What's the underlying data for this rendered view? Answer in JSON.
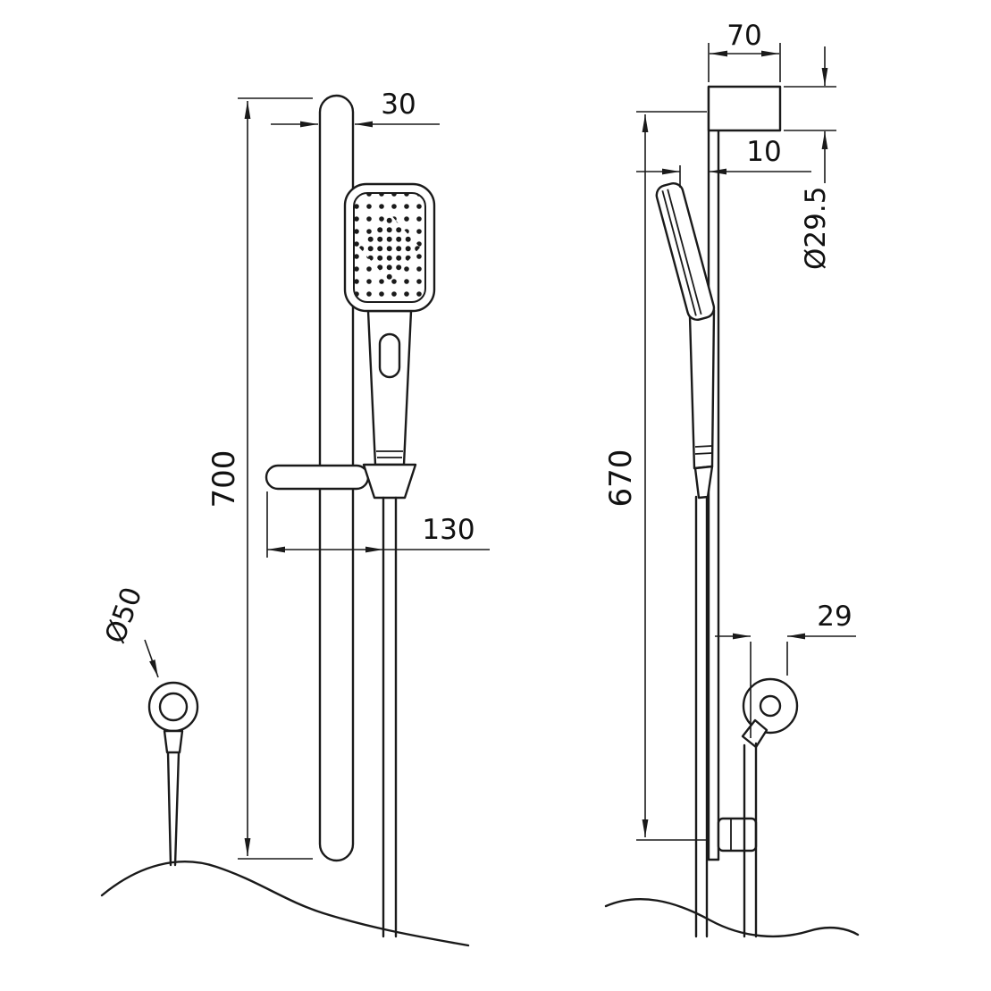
{
  "drawing": {
    "type": "technical-drawing",
    "subject": "shower-rail-set-with-hand-shower",
    "front_view": {
      "dim_rail_width": "30",
      "dim_rail_height": "700",
      "dim_slider_offset": "130",
      "dim_ring_diameter": "Ø50"
    },
    "side_view": {
      "dim_bracket_depth": "70",
      "dim_head_gap": "10",
      "dim_tube_diameter": "Ø29.5",
      "dim_rail_span": "670",
      "dim_outlet_offset": "29"
    },
    "colors": {
      "line": "#1a1a1a",
      "background": "#ffffff"
    }
  }
}
